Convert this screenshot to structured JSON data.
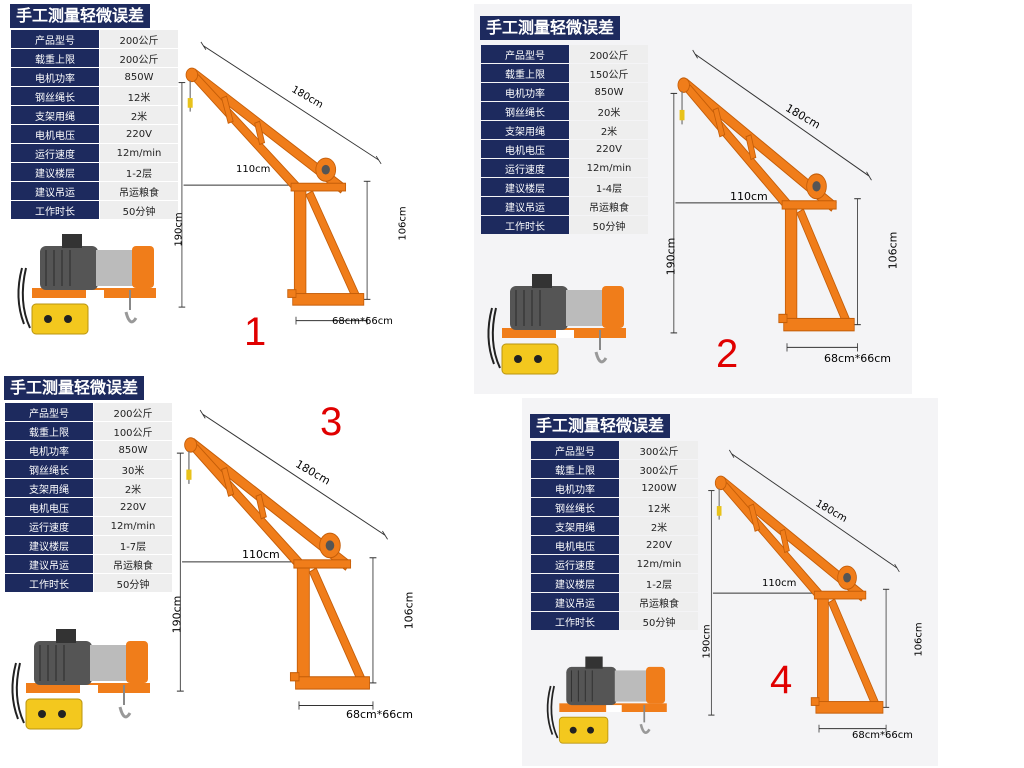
{
  "panels": [
    {
      "title": "手工测量轻微误差",
      "number": "1",
      "specs": [
        {
          "k": "产品型号",
          "v": "200公斤"
        },
        {
          "k": "载重上限",
          "v": "200公斤"
        },
        {
          "k": "电机功率",
          "v": "850W"
        },
        {
          "k": "钢丝绳长",
          "v": "12米"
        },
        {
          "k": "支架用绳",
          "v": "2米"
        },
        {
          "k": "电机电压",
          "v": "220V"
        },
        {
          "k": "运行速度",
          "v": "12m/min"
        },
        {
          "k": "建议楼层",
          "v": "1-2层"
        },
        {
          "k": "建议吊运",
          "v": "吊运粮食"
        },
        {
          "k": "工作时长",
          "v": "50分钟"
        }
      ],
      "dims": {
        "diag": "180cm",
        "arm": "110cm",
        "height": "190cm",
        "post": "106cm",
        "base": "68cm*66cm"
      }
    },
    {
      "title": "手工测量轻微误差",
      "number": "2",
      "specs": [
        {
          "k": "产品型号",
          "v": "200公斤"
        },
        {
          "k": "载重上限",
          "v": "150公斤"
        },
        {
          "k": "电机功率",
          "v": "850W"
        },
        {
          "k": "钢丝绳长",
          "v": "20米"
        },
        {
          "k": "支架用绳",
          "v": "2米"
        },
        {
          "k": "电机电压",
          "v": "220V"
        },
        {
          "k": "运行速度",
          "v": "12m/min"
        },
        {
          "k": "建议楼层",
          "v": "1-4层"
        },
        {
          "k": "建议吊运",
          "v": "吊运粮食"
        },
        {
          "k": "工作时长",
          "v": "50分钟"
        }
      ],
      "dims": {
        "diag": "180cm",
        "arm": "110cm",
        "height": "190cm",
        "post": "106cm",
        "base": "68cm*66cm"
      }
    },
    {
      "title": "手工测量轻微误差",
      "number": "3",
      "specs": [
        {
          "k": "产品型号",
          "v": "200公斤"
        },
        {
          "k": "载重上限",
          "v": "100公斤"
        },
        {
          "k": "电机功率",
          "v": "850W"
        },
        {
          "k": "钢丝绳长",
          "v": "30米"
        },
        {
          "k": "支架用绳",
          "v": "2米"
        },
        {
          "k": "电机电压",
          "v": "220V"
        },
        {
          "k": "运行速度",
          "v": "12m/min"
        },
        {
          "k": "建议楼层",
          "v": "1-7层"
        },
        {
          "k": "建议吊运",
          "v": "吊运粮食"
        },
        {
          "k": "工作时长",
          "v": "50分钟"
        }
      ],
      "dims": {
        "diag": "180cm",
        "arm": "110cm",
        "height": "190cm",
        "post": "106cm",
        "base": "68cm*66cm"
      }
    },
    {
      "title": "手工测量轻微误差",
      "number": "4",
      "specs": [
        {
          "k": "产品型号",
          "v": "300公斤"
        },
        {
          "k": "载重上限",
          "v": "300公斤"
        },
        {
          "k": "电机功率",
          "v": "1200W"
        },
        {
          "k": "钢丝绳长",
          "v": "12米"
        },
        {
          "k": "支架用绳",
          "v": "2米"
        },
        {
          "k": "电机电压",
          "v": "220V"
        },
        {
          "k": "运行速度",
          "v": "12m/min"
        },
        {
          "k": "建议楼层",
          "v": "1-2层"
        },
        {
          "k": "建议吊运",
          "v": "吊运粮食"
        },
        {
          "k": "工作时长",
          "v": "50分钟"
        }
      ],
      "dims": {
        "diag": "180cm",
        "arm": "110cm",
        "height": "190cm",
        "post": "106cm",
        "base": "68cm*66cm"
      }
    }
  ],
  "colors": {
    "header": "#1d2a5e",
    "crane": "#f07d1a",
    "number": "#e00000"
  }
}
